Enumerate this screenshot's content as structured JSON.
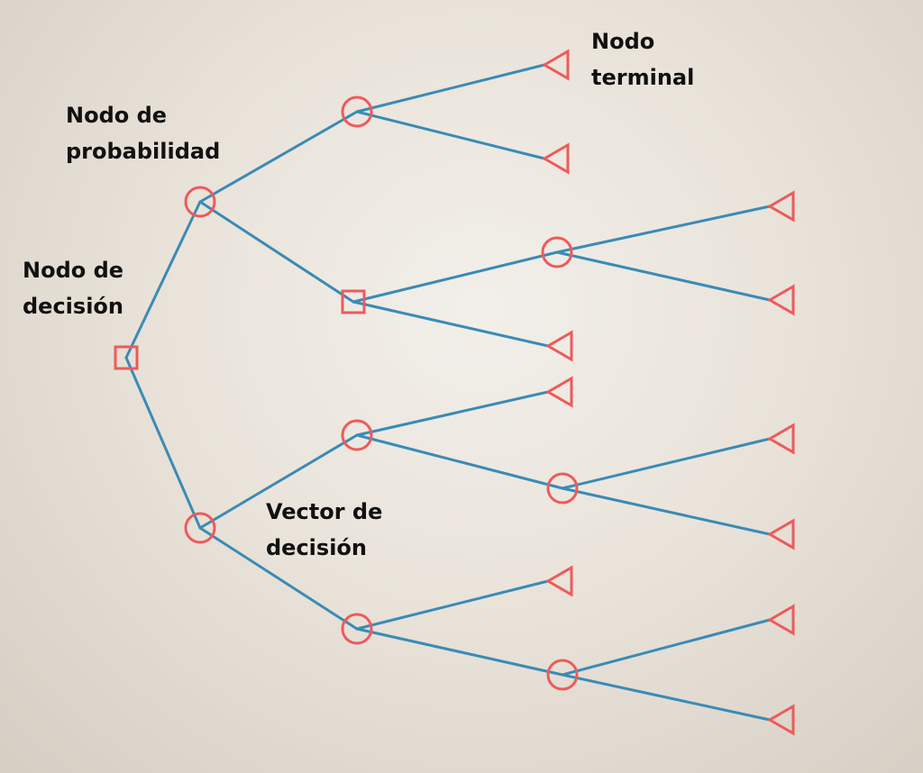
{
  "labels": {
    "probability_node": [
      "Nodo de",
      "probabilidad"
    ],
    "decision_node": [
      "Nodo de",
      "decisión"
    ],
    "terminal_node": [
      "Nodo",
      "terminal"
    ],
    "decision_vector": [
      "Vector de",
      "decisión"
    ]
  },
  "colors": {
    "edge": "#3a8bb5",
    "node_stroke": "#ee5a5a",
    "text": "#111111"
  },
  "tree": {
    "type": "decision",
    "children": [
      {
        "type": "chance",
        "children": [
          {
            "type": "chance",
            "children": [
              {
                "type": "terminal"
              },
              {
                "type": "terminal"
              }
            ]
          },
          {
            "type": "decision",
            "children": [
              {
                "type": "chance",
                "children": [
                  {
                    "type": "terminal"
                  },
                  {
                    "type": "terminal"
                  }
                ]
              },
              {
                "type": "terminal"
              }
            ]
          }
        ]
      },
      {
        "type": "chance",
        "children": [
          {
            "type": "chance",
            "children": [
              {
                "type": "terminal"
              },
              {
                "type": "chance",
                "children": [
                  {
                    "type": "terminal"
                  },
                  {
                    "type": "terminal"
                  }
                ]
              }
            ]
          },
          {
            "type": "chance",
            "children": [
              {
                "type": "terminal"
              },
              {
                "type": "chance",
                "children": [
                  {
                    "type": "terminal"
                  },
                  {
                    "type": "terminal"
                  }
                ]
              }
            ]
          }
        ]
      }
    ]
  }
}
